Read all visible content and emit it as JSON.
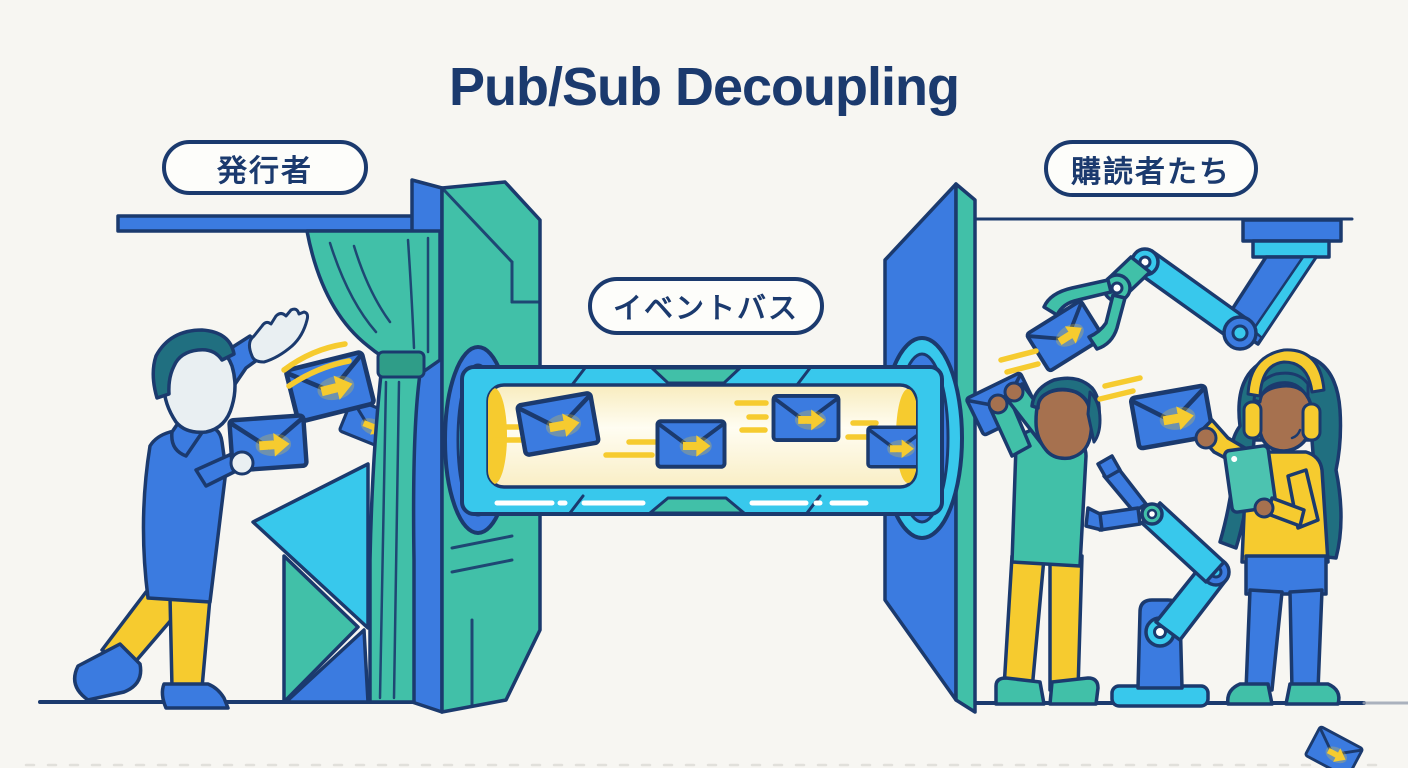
{
  "title": "Pub/Sub Decoupling",
  "labels": {
    "publisher": "発行者",
    "event_bus": "イベントバス",
    "subscribers": "購読者たち"
  },
  "colors": {
    "background": "#f7f6f2",
    "navy": "#1b3a6e",
    "blue": "#3b7be0",
    "cyan": "#38c8ec",
    "teal": "#41c0a8",
    "teal_dark": "#2f9d88",
    "yellow": "#f6cb2f",
    "cream": "#fdf3cf",
    "skin_light": "#e9eff2",
    "skin_brown": "#a6714f",
    "hair_teal": "#206f80",
    "tablet_teal": "#4cc3b0"
  },
  "icons": {
    "message": "envelope-icon",
    "direction": "arrow-right-icon",
    "motion": "speed-lines-icon",
    "pipe": "event-bus-pipe-icon",
    "barrier_left": "curtain-icon",
    "publisher_person": "person-throwing-icon",
    "subscriber_person": "person-catching-icon",
    "subscriber_woman": "person-with-tablet-icon",
    "robot": "robot-arm-icon",
    "tablet": "tablet-icon",
    "headphones": "headphones-icon"
  }
}
